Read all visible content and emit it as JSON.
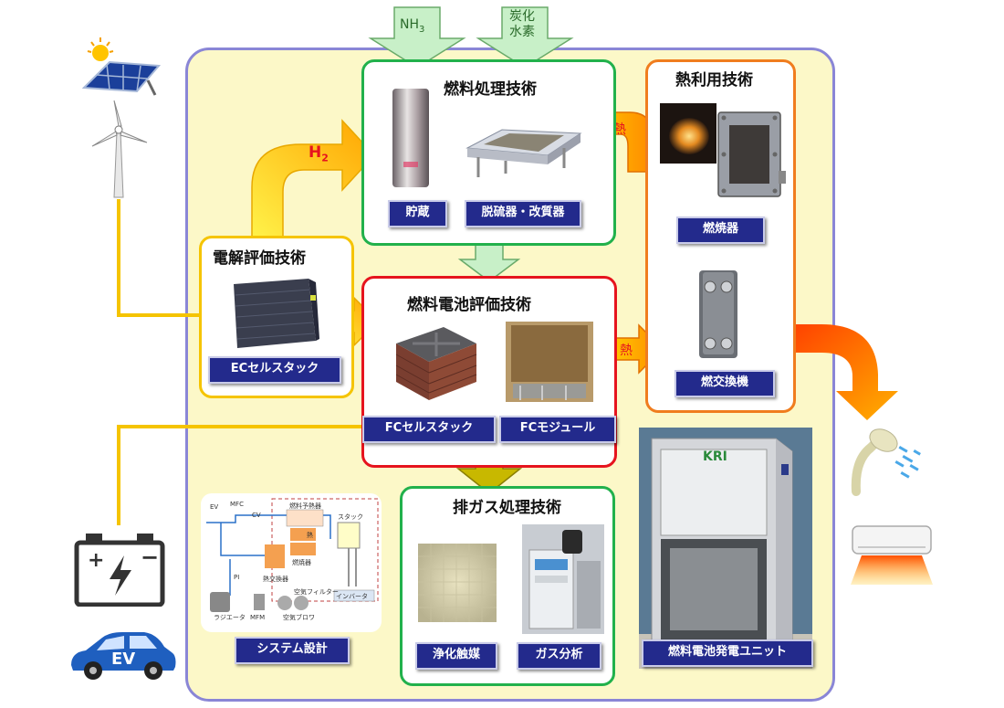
{
  "inputs": {
    "nh3": {
      "main": "NH",
      "sub": "3"
    },
    "hydrocarbon": [
      "炭化",
      "水素"
    ]
  },
  "h2": {
    "main": "H",
    "sub": "2"
  },
  "heat": "熱",
  "fuel_processing": {
    "title": "燃料処理技術",
    "labels": [
      "貯蔵",
      "脱硫器・改質器"
    ]
  },
  "heat_use": {
    "title": "熱利用技術",
    "labels": [
      "燃焼器",
      "燃交換機"
    ]
  },
  "electrolysis": {
    "title": "電解評価技術",
    "labels": [
      "ECセルスタック"
    ]
  },
  "fuel_cell": {
    "title": "燃料電池評価技術",
    "labels": [
      "FCセルスタック",
      "FCモジュール"
    ]
  },
  "exhaust": {
    "title": "排ガス処理技術",
    "labels": [
      "浄化触媒",
      "ガス分析"
    ]
  },
  "system_design": {
    "label": "システム設計",
    "diagram_texts": [
      "EV",
      "MFC",
      "CV",
      "燃料予熱器",
      "熱",
      "燃焼器",
      "スタック",
      "PI",
      "熱交換器",
      "空気フィルター",
      "インバータ",
      "ラジエータ",
      "MFM",
      "空気ブロワ"
    ]
  },
  "power_unit": {
    "label": "燃料電池発電ユニット",
    "logo": "KRI"
  },
  "ev_badge": "EV",
  "colors": {
    "background_panel": "#fcf8c8",
    "green": "#22b14c",
    "red": "#e6141e",
    "orange": "#f07d1e",
    "yellow": "#f5c400",
    "label_navy": "#232a8c"
  }
}
